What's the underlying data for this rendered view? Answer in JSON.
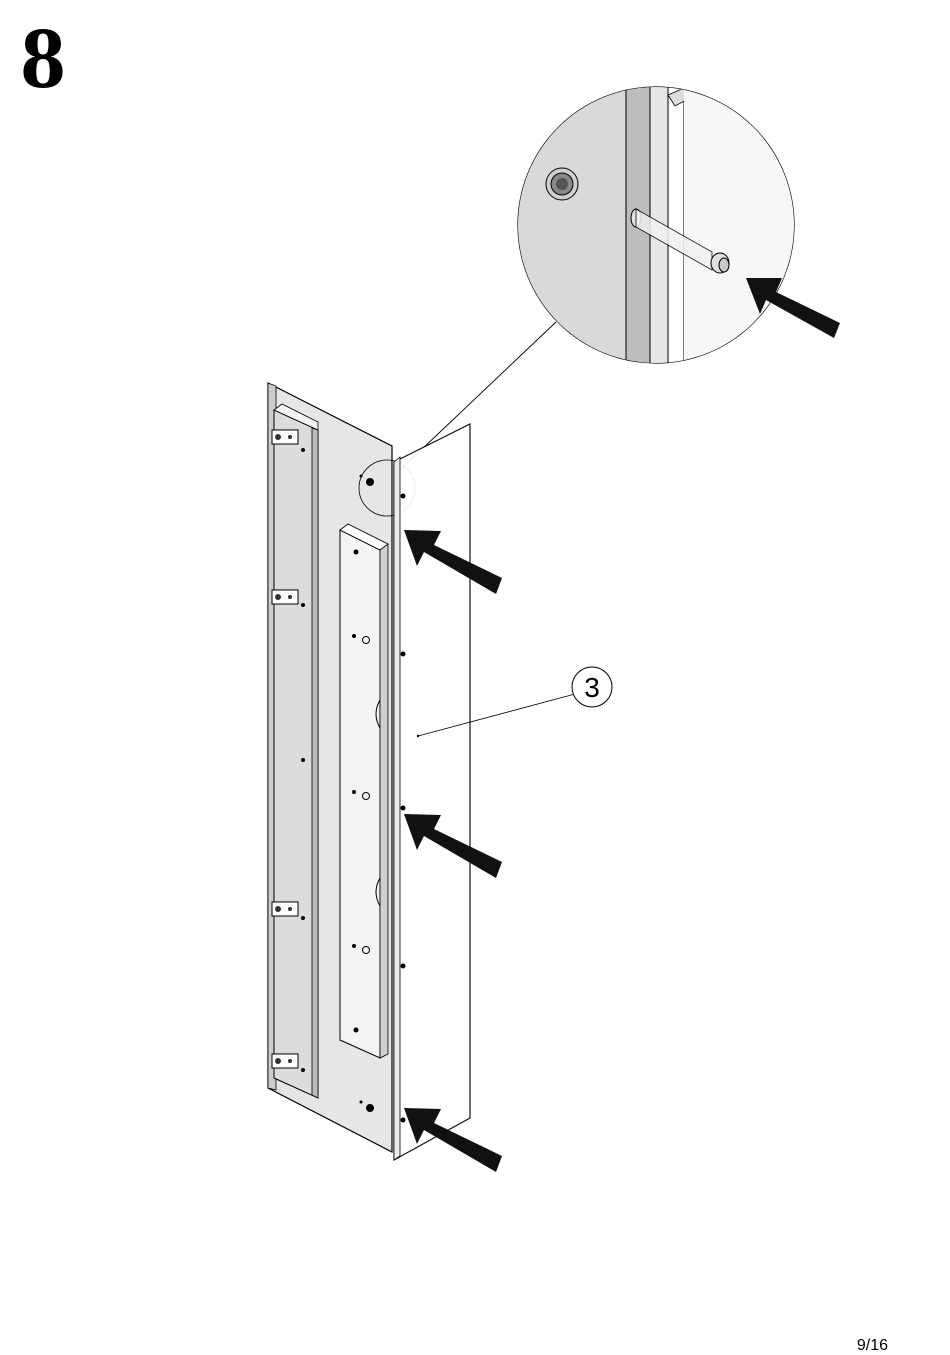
{
  "step": {
    "number": "8"
  },
  "callout": {
    "part_label": "3"
  },
  "footer": {
    "page": "9/16"
  },
  "colors": {
    "panel": "#ececec",
    "panel_dark": "#cfcfcf",
    "back_panel": "#e2e2e2",
    "arrow": "#111111",
    "outline": "#000000"
  }
}
